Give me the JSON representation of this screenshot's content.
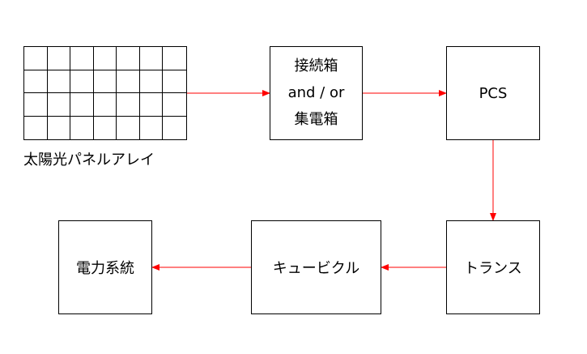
{
  "diagram": {
    "array_label": "太陽光パネルアレイ",
    "nodes": {
      "junction": {
        "lines": [
          "接続箱",
          "and / or",
          "集電箱"
        ]
      },
      "pcs": {
        "label": "PCS"
      },
      "transformer": {
        "label": "トランス"
      },
      "cubicle": {
        "label": "キュービクル"
      },
      "grid": {
        "label": "電力系統"
      }
    },
    "arrow_color": "#ff0000",
    "border_color": "#000000"
  }
}
